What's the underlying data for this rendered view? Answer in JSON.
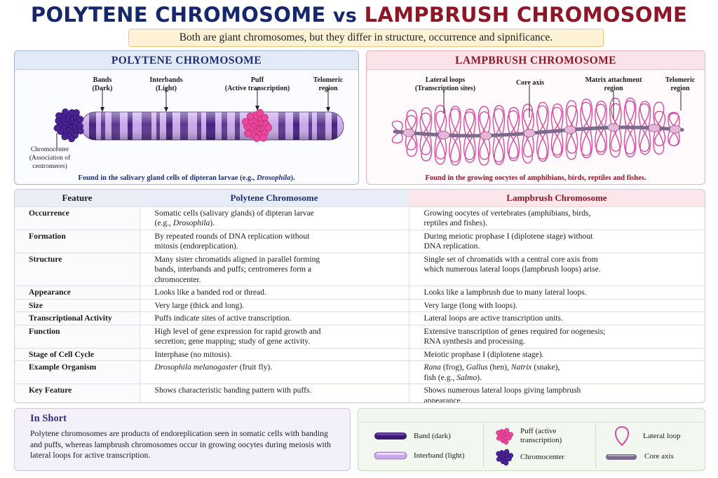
{
  "title": {
    "part1": "POLYTENE CHROMOSOME",
    "part2": "vs",
    "part3": "LAMPBRUSH CHROMOSOME"
  },
  "subtitle": "Both are giant chromosomes, but they differ in structure, occurrence and sipnificance.",
  "polytene_panel": {
    "heading": "POLYTENE CHROMOSOME",
    "labels": {
      "bands": "Bands\n(Dark)",
      "interbands": "Interbands\n(Light)",
      "puff": "Puff\n(Active transcription)",
      "telomeric": "Telomeric\nregion",
      "chromocenter": "Chromocenter\n(Association of\ncentromeres)"
    },
    "caption_pre": "Found in the salivary gland cells of dipteran larvae (e.g., ",
    "caption_italic": "Drosophila",
    "caption_post": ")."
  },
  "lampbrush_panel": {
    "heading": "LAMPBRUSH CHROMOSOME",
    "labels": {
      "lateral_loops": "Lateral loops\n(Transcription sites)",
      "core_axis": "Core axis",
      "matrix": "Matrix attachment\nregion",
      "telomeric": "Telomeric\nregion"
    },
    "caption": "Found in the growing oocytes of amphibians, birds, reptiles and fishes."
  },
  "table": {
    "headers": [
      "Feature",
      "Polytene Chromosome",
      "Lampbrush Chromosome"
    ],
    "rows": [
      [
        "Occurrence",
        "Somatic cells (salivary glands) of dipteran larvae\n(e.g., Drosophila).",
        "Growing oocytes of vertebrates (amphibians, birds,\nreptiles and fishes)."
      ],
      [
        "Formation",
        "By repeated rounds of DNA replication without\nmitosis (endoreplication).",
        "During meiotic prophase I (diplotene stage) without\nDNA replication."
      ],
      [
        "Structure",
        "Many sister chromatids aligned in parallel forming\nbands, interbands and puffs; centromeres form a\nchromocenter.",
        "Single set of chromatids with a central core axis from\nwhich numerous lateral loops (lampbrush loops) arise."
      ],
      [
        "Appearance",
        "Looks like a banded rod or thread.",
        "Looks like a lampbrush due to many lateral loops."
      ],
      [
        "Size",
        "Very large (thick and long).",
        "Very large (long with loops)."
      ],
      [
        "Transcriptional Activity",
        "Puffs indicate sites of active transcription.",
        "Lateral loops are active transcription units."
      ],
      [
        "Function",
        "High level of gene expression for rapid growth and\nsecretion; gene mapping; study of gene activity.",
        "Extensive transcription of genes required for oogenesis;\nRNA synthesis and processing."
      ],
      [
        "Stage of Cell Cycle",
        "Interphase (no mitosis).",
        "Meiotic prophase I (diplotene stage)."
      ],
      [
        "Example Organism",
        "Drosophila melanogaster (fruit fly).",
        "Rana (frog), Gallus (hen), Natrix (snake),\nfish (e.g., Salmo)."
      ],
      [
        "Key Feature",
        "Shows characteristic banding pattern with puffs.",
        "Shows numerous lateral loops giving lampbrush\nappearance."
      ]
    ]
  },
  "in_short": {
    "title": "In Short",
    "text": "Polytene chromosomes are products of endoreplication seen in somatic cells with banding and puffs, whereas lampbrush chromosomes occur in growing oocytes during meiosis with lateral loops for active transcription."
  },
  "legend": {
    "band": "Band (dark)",
    "interband": "Interband (light)",
    "puff": "Puff (active\ntranscription)",
    "chromocenter": "Chromocenter",
    "lateral_loop": "Lateral loop",
    "core_axis": "Core axis"
  },
  "colors": {
    "navy": "#16286b",
    "crimson": "#8d1627",
    "band_dark": "#3d1a78",
    "interband_light": "#c9a8ea",
    "puff_pink": "#e8479b",
    "loop_pink": "#d94a9f",
    "core_axis": "#7a6a8e"
  }
}
